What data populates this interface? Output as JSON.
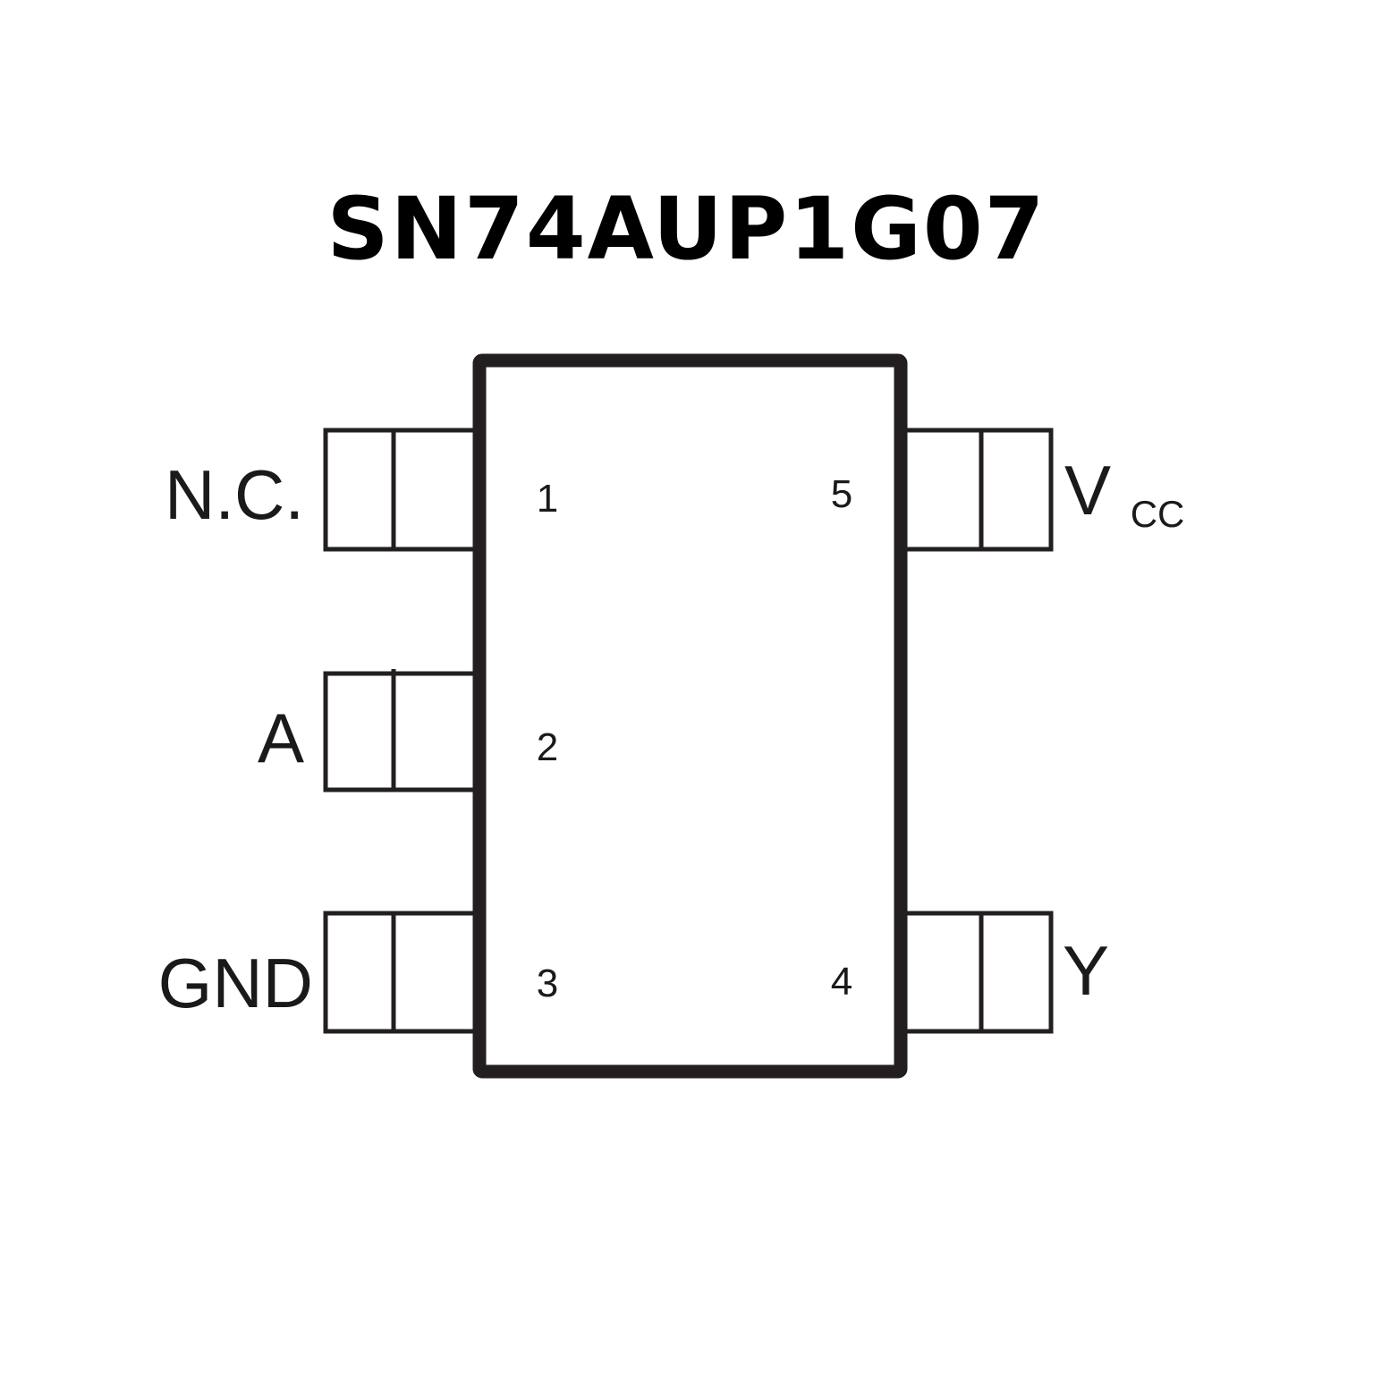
{
  "title": "SN74AUP1G07",
  "pins": [
    {
      "number": "1",
      "name": "N.C.",
      "side": "left"
    },
    {
      "number": "2",
      "name": "A",
      "side": "left"
    },
    {
      "number": "3",
      "name": "GND",
      "side": "left"
    },
    {
      "number": "4",
      "name": "Y",
      "side": "right"
    },
    {
      "number": "5",
      "name": "V",
      "name_subscript": "CC",
      "side": "right"
    }
  ],
  "colors": {
    "stroke": "#231f20",
    "background": "#ffffff"
  }
}
